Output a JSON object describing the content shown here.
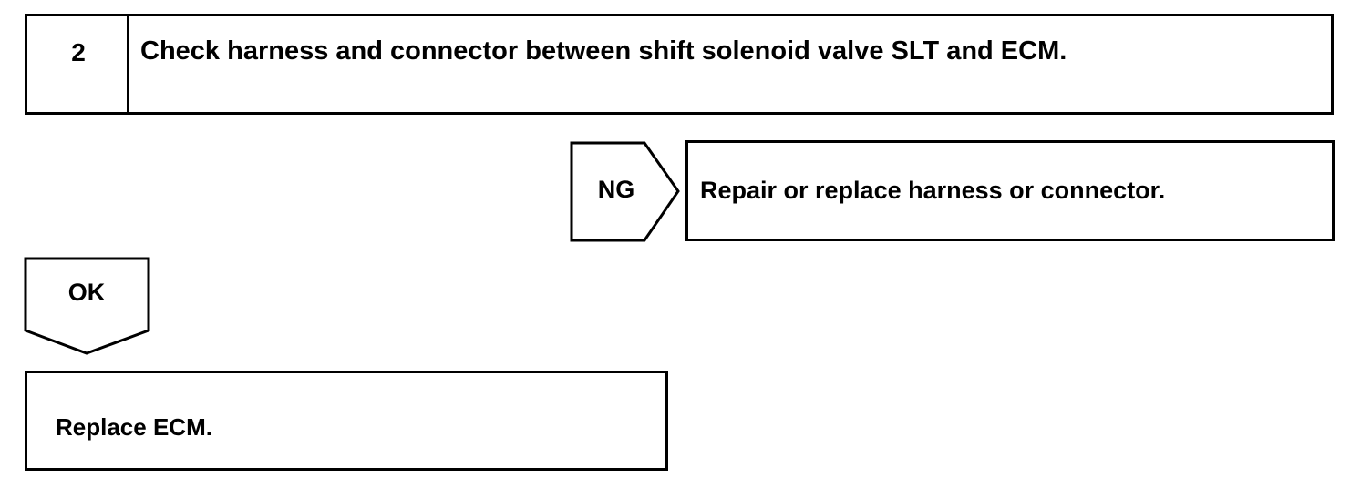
{
  "step": {
    "number": "2",
    "title": "Check harness and connector between shift solenoid valve SLT and ECM."
  },
  "ng_branch": {
    "label": "NG",
    "action": "Repair or replace harness or connector."
  },
  "ok_branch": {
    "label": "OK",
    "action": "Replace ECM."
  }
}
